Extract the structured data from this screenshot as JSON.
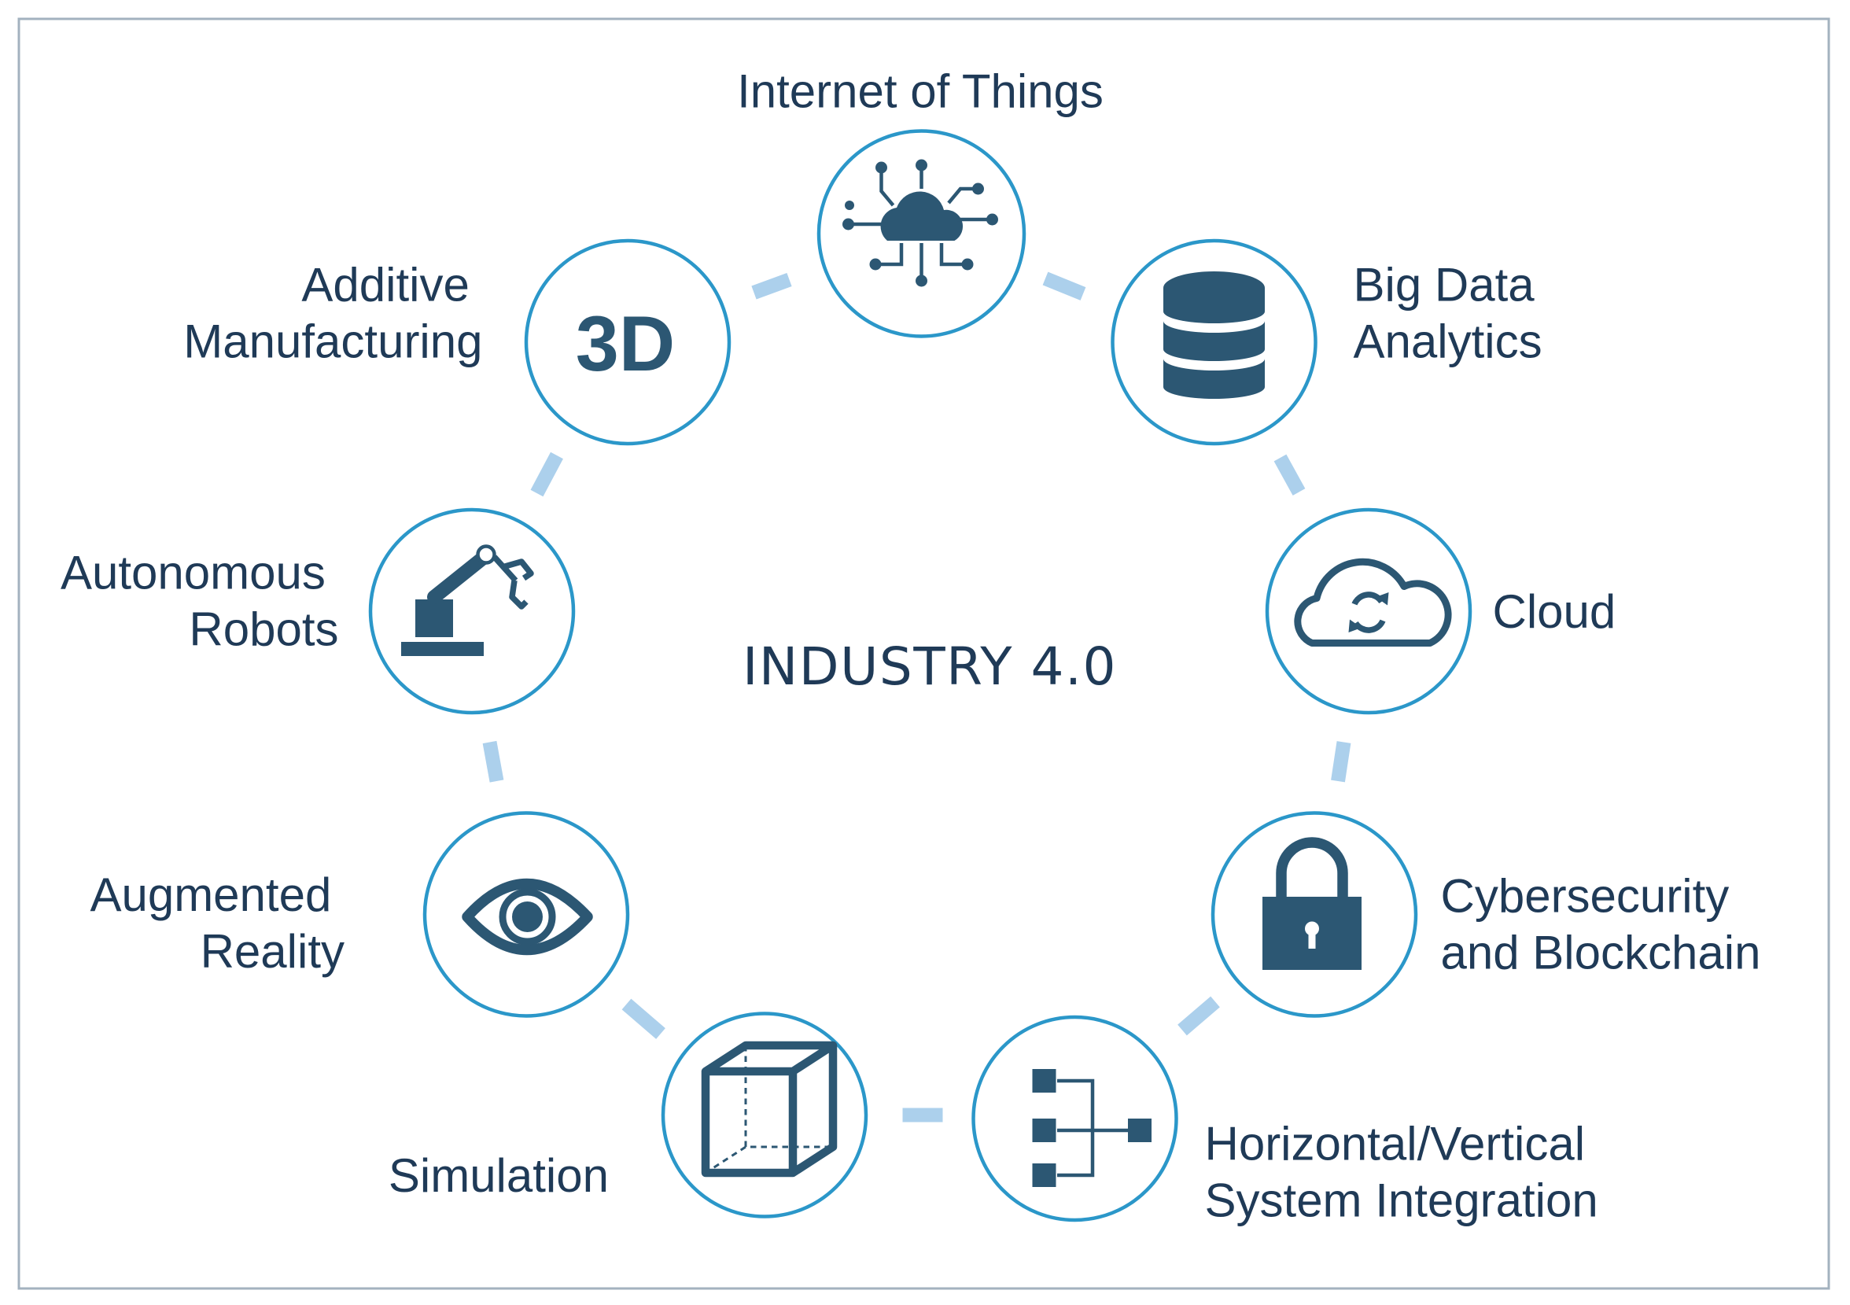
{
  "title": "INDUSTRY 4.0",
  "colors": {
    "frame": "#a3b2bf",
    "ring": "#2b97c9",
    "connector": "#acd0ec",
    "icon": "#2c5773",
    "text": "#1f3a57"
  },
  "nodes": [
    {
      "id": "iot",
      "label_lines": [
        "Internet of Things"
      ],
      "icon": "cloud-network-icon"
    },
    {
      "id": "big-data",
      "label_lines": [
        "Big Data",
        "Analytics"
      ],
      "icon": "database-icon"
    },
    {
      "id": "cloud",
      "label_lines": [
        "Cloud"
      ],
      "icon": "cloud-sync-icon"
    },
    {
      "id": "cybersecurity",
      "label_lines": [
        "Cybersecurity",
        "and Blockchain"
      ],
      "icon": "padlock-icon"
    },
    {
      "id": "integration",
      "label_lines": [
        "Horizontal/Vertical",
        "System Integration"
      ],
      "icon": "hierarchy-icon"
    },
    {
      "id": "simulation",
      "label_lines": [
        "Simulation"
      ],
      "icon": "cube-icon"
    },
    {
      "id": "augmented-reality",
      "label_lines": [
        "Augmented",
        "Reality"
      ],
      "icon": "eye-icon"
    },
    {
      "id": "robots",
      "label_lines": [
        "Autonomous",
        "Robots"
      ],
      "icon": "robot-arm-icon"
    },
    {
      "id": "additive",
      "label_lines": [
        "Additive",
        "Manufacturing"
      ],
      "icon": "3d-icon",
      "icon_text": "3D"
    }
  ]
}
